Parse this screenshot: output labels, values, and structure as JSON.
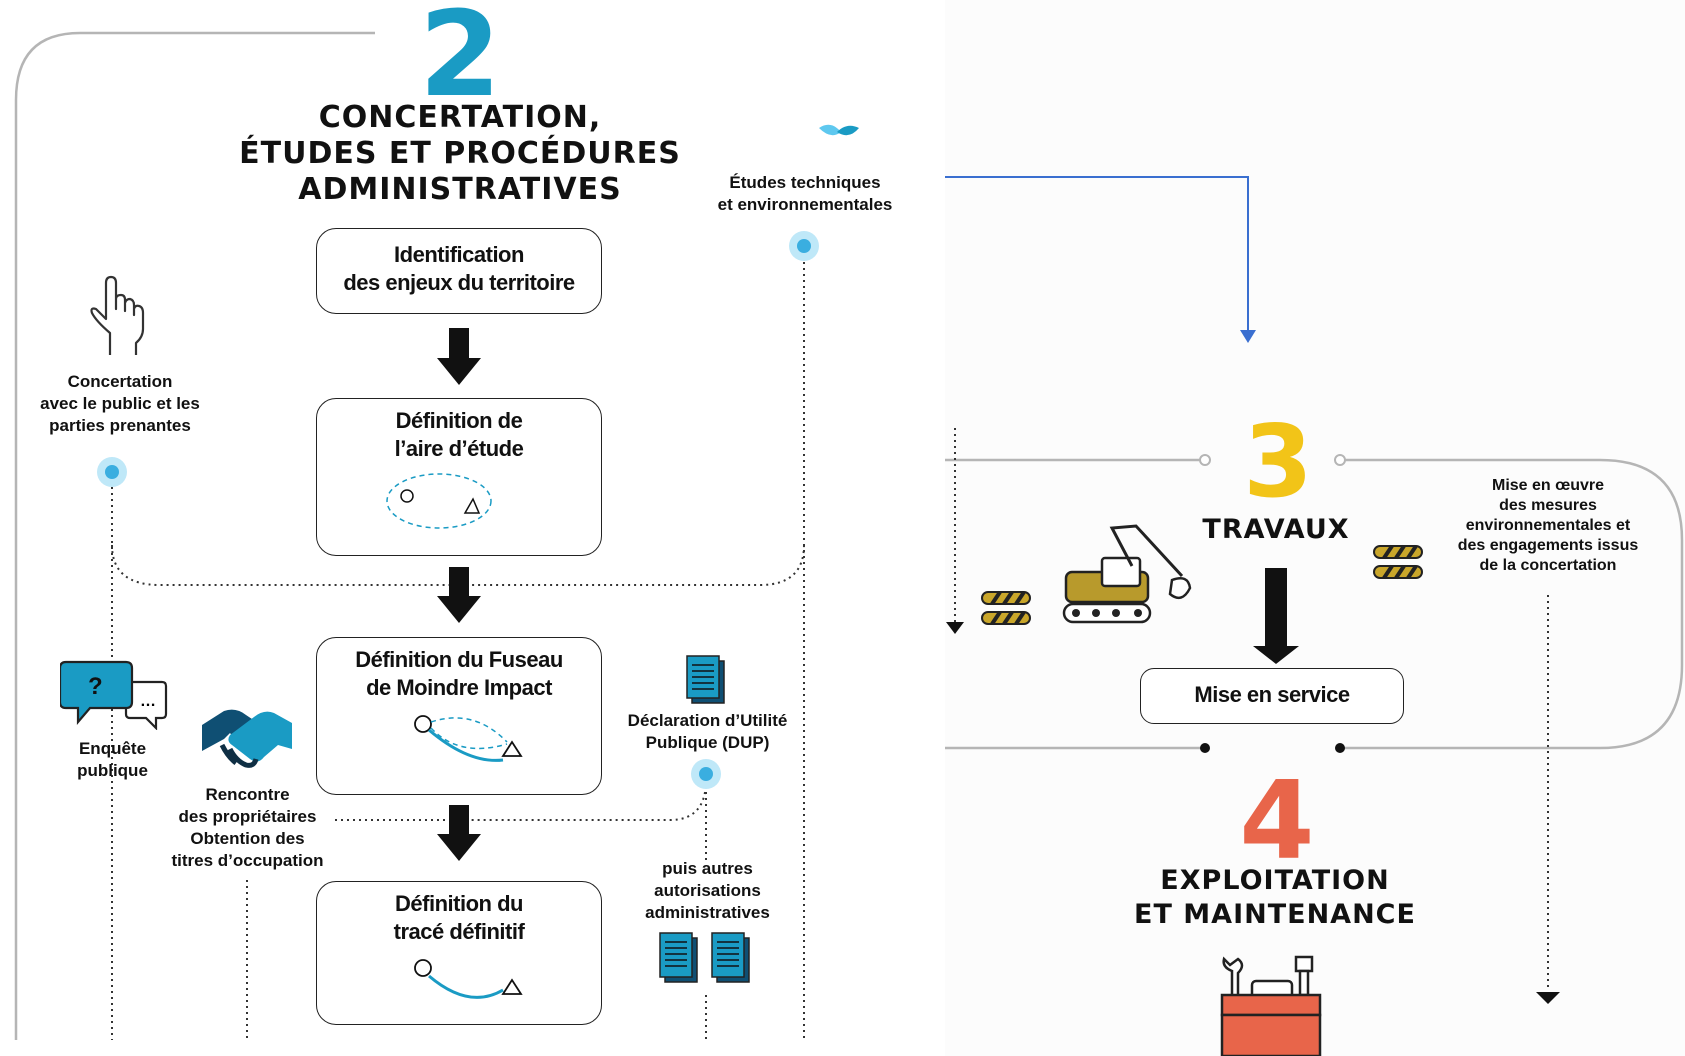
{
  "stage2": {
    "number": "2",
    "title_lines": [
      "CONCERTATION,",
      "ÉTUDES ET PROCÉDURES",
      "ADMINISTRATIVES"
    ],
    "color": "#1a9bc4"
  },
  "boxes": {
    "identification": [
      "Identification",
      "des enjeux du territoire"
    ],
    "aire": [
      "Définition de",
      "l’aire d’étude"
    ],
    "fuseau": [
      "Définition du Fuseau",
      "de Moindre Impact"
    ],
    "trace": [
      "Définition du",
      "tracé définitif"
    ]
  },
  "labels": {
    "etudes": [
      "Études techniques",
      "et environnementales"
    ],
    "concertation": [
      "Concertation",
      "avec le public et les",
      "parties prenantes"
    ],
    "enquete": [
      "Enquête",
      "publique"
    ],
    "rencontre": [
      "Rencontre",
      "des propriétaires",
      "Obtention des",
      "titres d’occupation"
    ],
    "dup": [
      "Déclaration d’Utilité",
      "Publique (DUP)"
    ],
    "autres": [
      "puis autres",
      "autorisations",
      "administratives"
    ],
    "mesures": [
      "Mise en œuvre",
      "des mesures",
      "environnementales et",
      "des engagements issus",
      "de la concertation"
    ]
  },
  "stage3": {
    "number": "3",
    "title": "TRAVAUX",
    "color": "#f2c418",
    "service_box": "Mise en service"
  },
  "stage4": {
    "number": "4",
    "title_lines": [
      "EXPLOITATION",
      "ET MAINTENANCE"
    ],
    "color": "#e8654a"
  },
  "icons": [
    "hand-pointer-icon",
    "leaf-icon",
    "speech-bubbles-icon",
    "handshake-icon",
    "document-icon",
    "documents-icon",
    "barrier-icon",
    "excavator-icon",
    "toolbox-icon"
  ],
  "colors": {
    "accent_blue": "#1a9bc4",
    "dot_blue": "#5ec8ef",
    "connector_blue": "#3a6fd0"
  }
}
